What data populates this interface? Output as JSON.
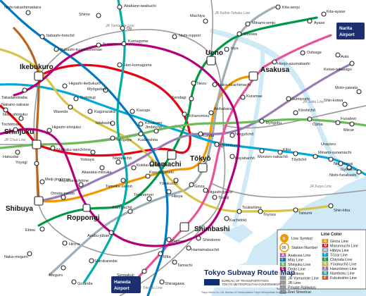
{
  "title": "Tokyo Subway Route Map",
  "bureau": [
    "BUREAU OF TRANSPORTATION",
    "TOKYO METROPOLITAN GOVERNMENT"
  ],
  "footer": "Tokyo Metro Co.,Ltd.  Bureau of Transportation Tokyo Metropolitan Government",
  "colors": {
    "water": "#cfe9f6",
    "jr": "#9a9a9a",
    "ginza": "#f39700",
    "marunouchi": "#e60012",
    "hibiya": "#9caeb7",
    "tozai": "#00a7db",
    "chiyoda": "#009944",
    "yurakucho": "#d7c447",
    "hanzomon": "#9b7cb6",
    "namboku": "#00ada9",
    "fukutoshin": "#bb641d",
    "asakusa": "#e85298",
    "mita": "#0079c2",
    "shinjuku": "#6cbb5a",
    "oedo": "#b6007a"
  },
  "stations": {
    "big": {
      "ikebukuro": "Ikebukuro",
      "shinjuku": "Shinjuku",
      "shibuya": "Shibuya",
      "roppongi": "Roppongi",
      "otemachi": "Ōtemachi",
      "tokyo": "Tōkyō",
      "ueno": "Ueno",
      "asakusa": "Asakusa",
      "shimbashi": "Shimbashi"
    },
    "small": {
      "nishi_takashimadaira": "Nishi-takashimadaira",
      "akabane_iwabuchi": "Akabane-iwabuchi",
      "shimo": "Shimo",
      "oji": "Ōji",
      "itabashi_honcho": "Itabashi-honchō",
      "itabashi_kuyakushomae": "Itabashi-kuyakushomae",
      "sugamo": "Sugamo",
      "komagome": "Komagome",
      "nishi_nippori": "Nishi-nippori",
      "machiya": "Machiya",
      "kita_senju": "Kita-senju",
      "minami_senju": "Minami-senju",
      "minowa": "Minowa",
      "iriya": "Iriya",
      "senzoku": "Sendagi",
      "nezu": "Nezu",
      "kasuga": "Kasuga",
      "hon_komagome": "Hon-komagome",
      "higashi_ikebukuro": "Higashi-ikebukuro",
      "gokokuji": "Gokokuji",
      "myogadani": "Myōgadani",
      "korakuen": "Kōrakuen",
      "takadanobaba": "Takadanobaba",
      "waseda": "Waseda",
      "kagurazaka": "Kagurazaka",
      "iidabashi": "Iidabashi",
      "higashi_shinjuku": "Higashi-shinjuku",
      "shinjuku_sanchome": "Shinjuku-sanchōme",
      "yotsuya": "Yotsuya",
      "ichigaya": "Ichigaya",
      "kudanshita": "Kudanshita",
      "jimbocho": "Jimbōchō",
      "ochanomizu": "Ochanomizu",
      "akihabara": "Akihabara",
      "naka_okachimachi": "Naka-okachimachi",
      "kuramae": "Kuramae",
      "ryogoku": "Ryōgoku",
      "kinshicho": "Kinshichō",
      "oshiage": "Oshiage",
      "honjo_azumabashi": "Honjo-azumabashi",
      "kanda": "Kanda",
      "nihombashi": "Nihombashi",
      "ningyocho": "Ningyōchō",
      "kayabacho": "Kayabachō",
      "monzen_nakacho": "Monzen-nakachō",
      "kiba": "Kiba",
      "toyocho": "Tōyōchō",
      "minami_sunamachi": "Minami-sunamachi",
      "nishi_kasai": "Nishi-kasai",
      "funabori": "Funabori",
      "ojima": "Ōjima",
      "sumiyoshi": "Sumiyoshi",
      "ginza": "Ginza",
      "yurakucho": "Yūrakuchō",
      "hibiya": "Hibiya",
      "kasumigaseki": "Kasumigaseki",
      "akasaka_mitsuke": "Akasaka-mitsuke",
      "tameike_sanno": "Tameike-sannō",
      "kokkai_gijidomae": "Kokkai-gijidōmae",
      "nagatacho": "Nagatachō",
      "aoyama_itchome": "Aoyama-itchōme",
      "omotesando": "Omote-sandō",
      "meiji_jingumae": "Meiji-jingūmae",
      "yoyogi": "Yoyogi",
      "hatsudai": "Hatsudai",
      "nishi_shinjuku": "Nishi-shinjuku",
      "tochomae": "Tochōmae",
      "nakano_sakaue": "Nakano-sakaue",
      "hiroo": "Hiro-o",
      "ebisu": "Ebisu",
      "nakameguro": "Naka-meguro",
      "meguro": "Meguro",
      "shirokanedai": "Shirokanedai",
      "azabu_juban": "Azabu-jūban",
      "kamiyacho": "Kamiyachō",
      "toranomon": "Toranomon",
      "daimon": "Daimon",
      "hamamatsucho": "Hamamatsuchō",
      "shiodome": "Shiodome",
      "tsukiji": "Tsukiji",
      "higashi_ginza": "Higashi-ginza",
      "kachidoki": "Kachidoki",
      "tsukishima": "Tsukishima",
      "toyosu": "Toyosu",
      "shin_kiba": "Shin-kiba",
      "tatsumi": "Tatsumi",
      "gotanda": "Gotanda",
      "sengakuji": "Sengakuji",
      "mita": "Mita",
      "tamachi": "Tamachi",
      "shinagawa": "Shinagawa",
      "kita_ayase": "Kita-ayase",
      "ayase": "Ayase",
      "aoto": "Aoto",
      "takasago": "Keisei-takasago",
      "mizue": "Mizue",
      "motoyawata": "Moto-yawata",
      "nishi_funabashi": "Nishi-funabashi",
      "gyotoku": "Gyōtoku",
      "urayasu": "Urayasu",
      "shin_koiwa": "Shin-koiwa"
    },
    "jr": {
      "keihin": "JR Keihin-Tohoku Line",
      "yamanote": "JR Yamanote Line",
      "chuo": "JR Chuo Line",
      "sobu": "JR Sobu Line",
      "keiyo": "JR Keiyo Line",
      "tokaido": "JR Tokaido Line"
    }
  },
  "airports": {
    "narita": [
      "Narita",
      "Airport"
    ],
    "haneda": [
      "Haneda",
      "Airport"
    ]
  },
  "legend": {
    "heading": "Line Color",
    "symbol_heading": "Line Symbol",
    "number_heading": "Station Number",
    "left": [
      {
        "code": "A",
        "name": "Asakusa Line",
        "color": "#e85298"
      },
      {
        "code": "I",
        "name": "Mita Line",
        "color": "#0079c2"
      },
      {
        "code": "S",
        "name": "Shinjuku Line",
        "color": "#6cbb5a"
      },
      {
        "code": "E",
        "name": "Ōedo Line",
        "color": "#b6007a"
      },
      {
        "code": "",
        "name": "Junctions",
        "color": "#ffffff"
      },
      {
        "code": "",
        "name": "JR Yamanote Line",
        "color": "#9a9a9a"
      },
      {
        "code": "",
        "name": "JR Line",
        "color": "#9a9a9a"
      },
      {
        "code": "",
        "name": "Private Railways",
        "color": "#9a9a9a"
      },
      {
        "code": "",
        "name": "Toei Streetcar",
        "color": "#9a9a9a"
      }
    ],
    "right": [
      {
        "code": "G",
        "name": "Ginza Line",
        "color": "#f39700"
      },
      {
        "code": "M",
        "name": "Marunouchi Line",
        "color": "#e60012"
      },
      {
        "code": "H",
        "name": "Hibiya Line",
        "color": "#9caeb7"
      },
      {
        "code": "T",
        "name": "Tōzai Line",
        "color": "#00a7db"
      },
      {
        "code": "C",
        "name": "Chiyoda Line",
        "color": "#009944"
      },
      {
        "code": "Y",
        "name": "Yūrakuchō Line",
        "color": "#d7c447"
      },
      {
        "code": "Z",
        "name": "Hanzōmon Line",
        "color": "#9b7cb6"
      },
      {
        "code": "N",
        "name": "Namboku Line",
        "color": "#00ada9"
      },
      {
        "code": "F",
        "name": "Fukutoshin Line",
        "color": "#bb641d"
      }
    ],
    "symbol_code": "G",
    "number_code": "06"
  }
}
